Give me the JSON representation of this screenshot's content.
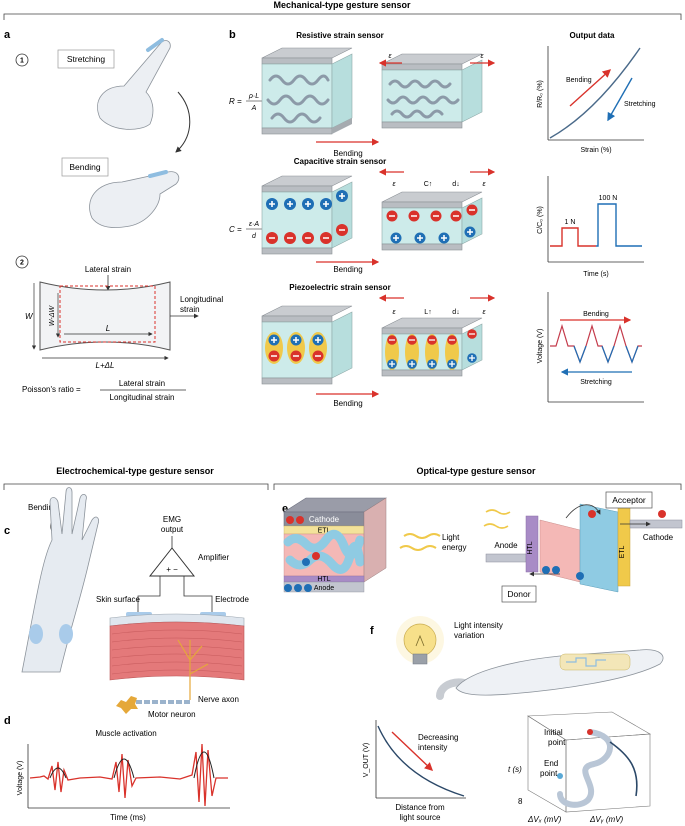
{
  "sections": {
    "mechanical": "Mechanical-type gesture sensor",
    "electrochemical": "Electrochemical-type gesture sensor",
    "optical": "Optical-type gesture sensor"
  },
  "panels": {
    "a": "a",
    "b": "b",
    "c": "c",
    "d": "d",
    "e": "e",
    "f": "f"
  },
  "panel_a": {
    "step1": "1",
    "step2": "2",
    "stretching": "Stretching",
    "bending": "Bending",
    "lateral_strain": "Lateral strain",
    "longitudinal_strain_1": "Longitudinal",
    "longitudinal_strain_2": "strain",
    "W": "W",
    "W_minus": "W-ΔW",
    "L": "L",
    "L_plus": "L+ΔL",
    "poisson_label": "Poisson's ratio =",
    "poisson_num": "Lateral strain",
    "poisson_den": "Longitudinal strain"
  },
  "panel_b": {
    "resistive_title": "Resistive strain sensor",
    "capacitive_title": "Capacitive strain sensor",
    "piezo_title": "Piezoelectric strain sensor",
    "output_title": "Output data",
    "R_lhs": "R =",
    "R_num": "ρ·L",
    "R_den": "A",
    "C_lhs": "C =",
    "C_num": "ε·A",
    "C_den": "d",
    "epsilon": "ε",
    "C_up": "C↑",
    "d_down": "d↓",
    "L_up": "L↑",
    "bending": "Bending",
    "plot1": {
      "xlabel": "Strain (%)",
      "ylabel": "R/R₀ (%)",
      "bending": "Bending",
      "stretching": "Stretching"
    },
    "plot2": {
      "xlabel": "Time (s)",
      "ylabel": "C/C₀ (%)",
      "p1": "1 N",
      "p2": "100 N"
    },
    "plot3": {
      "ylabel": "Voltage (V)",
      "bending": "Bending",
      "stretching": "Stretching"
    }
  },
  "panel_c": {
    "bending": "Bending",
    "emg_1": "EMG",
    "emg_2": "output",
    "amplifier": "Amplifier",
    "plus_minus": "+ −",
    "skin": "Skin surface",
    "electrode": "Electrode",
    "nerve": "Nerve axon",
    "motor": "Motor neuron"
  },
  "panel_d": {
    "title": "Muscle activation",
    "ylabel": "Voltage (V)",
    "xlabel": "Time  (ms)"
  },
  "panel_e": {
    "cathode": "Cathode",
    "etl": "ETL",
    "htl": "HTL",
    "anode": "Anode",
    "light_1": "Light",
    "light_2": "energy",
    "acceptor": "Acceptor",
    "donor": "Donor",
    "anode_r": "Anode",
    "cathode_r": "Cathode",
    "htl_r": "HTL",
    "etl_r": "ETL"
  },
  "panel_f": {
    "intensity_1": "Light intensity",
    "intensity_2": "variation",
    "ylabel": "V_OUT (V)",
    "decreasing_1": "Decreasing",
    "decreasing_2": "intensity",
    "xlabel_1": "Distance from",
    "xlabel_2": "light source",
    "initial_1": "Initial",
    "initial_2": "point",
    "end_1": "End",
    "end_2": "point",
    "t_axis": "t (s)",
    "t_tick": "8",
    "vx": "ΔVₓ (mV)",
    "vy": "ΔVᵧ (mV)"
  },
  "colors": {
    "red": "#d9322b",
    "blue": "#1f6fb5",
    "teal": "#cdebea",
    "plate": "#b9bdc2",
    "skin": "#dfe6ee",
    "muscle": "#e4797a",
    "pink": "#f4b8b6",
    "cyan": "#8fcbe3",
    "purple": "#a88bc6",
    "yellow": "#f0c94a"
  }
}
